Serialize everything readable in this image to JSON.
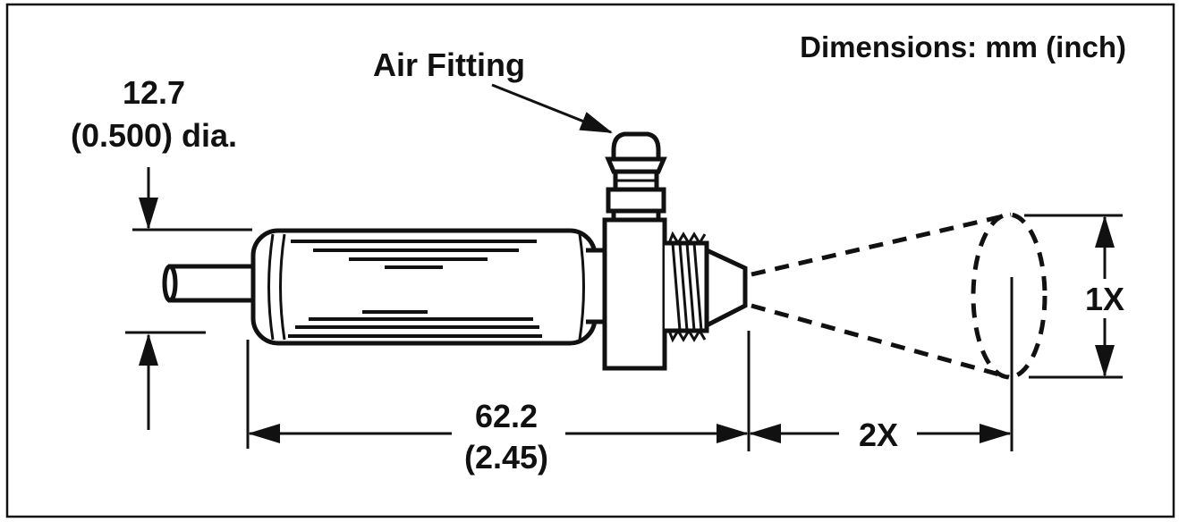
{
  "labels": {
    "units": "Dimensions: mm (inch)",
    "air_fitting": "Air Fitting",
    "diameter_mm": "12.7",
    "diameter_inch": "(0.500) dia.",
    "length_mm": "62.2",
    "length_inch": "(2.45)",
    "spray_distance": "2X",
    "spray_width": "1X"
  },
  "colors": {
    "ink": "#111111",
    "background": "#ffffff"
  }
}
